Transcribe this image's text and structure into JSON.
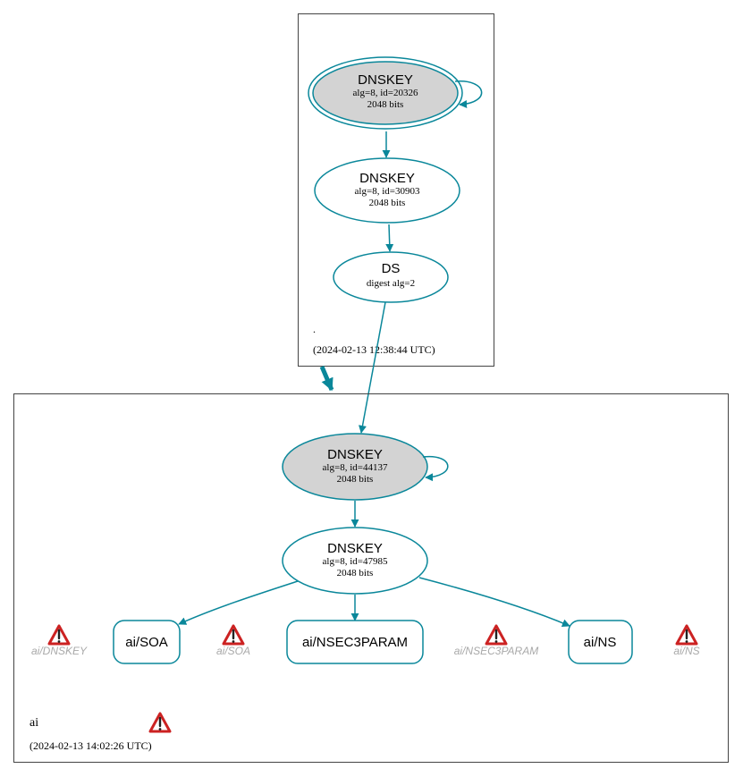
{
  "colors": {
    "edge": "#0a879a",
    "zone_border": "#444444",
    "key_fill_sep": "#d3d3d3",
    "warning_red": "#cc2222",
    "missing_label": "#a9a9a9"
  },
  "root_zone": {
    "name": ".",
    "timestamp": "(2024-02-13 12:38:44 UTC)",
    "ksk": {
      "title": "DNSKEY",
      "line1": "alg=8, id=20326",
      "line2": "2048 bits"
    },
    "zsk": {
      "title": "DNSKEY",
      "line1": "alg=8, id=30903",
      "line2": "2048 bits"
    },
    "ds": {
      "title": "DS",
      "line1": "digest alg=2"
    }
  },
  "ai_zone": {
    "name": "ai",
    "timestamp": "(2024-02-13 14:02:26 UTC)",
    "ksk": {
      "title": "DNSKEY",
      "line1": "alg=8, id=44137",
      "line2": "2048 bits"
    },
    "zsk": {
      "title": "DNSKEY",
      "line1": "alg=8, id=47985",
      "line2": "2048 bits"
    },
    "rrsets": {
      "soa": "ai/SOA",
      "nsec3param": "ai/NSEC3PARAM",
      "ns": "ai/NS"
    },
    "missing": {
      "dnskey": "ai/DNSKEY",
      "soa": "ai/SOA",
      "nsec3param": "ai/NSEC3PARAM",
      "ns": "ai/NS"
    }
  }
}
